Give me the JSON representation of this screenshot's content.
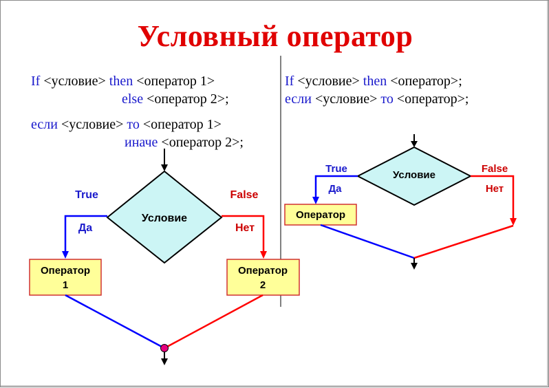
{
  "title": "Условный оператор",
  "syntax_left": {
    "line1": {
      "kw1": "If",
      "a": " <условие> ",
      "kw2": "then",
      "b": " <оператор 1>"
    },
    "line2": {
      "kw": "else",
      "b": " <оператор 2>;"
    },
    "line3": {
      "kw1": "если",
      "a": " <условие> ",
      "kw2": "то",
      "b": " <оператор 1>"
    },
    "line4": {
      "kw": "иначе",
      "b": " <оператор 2>;"
    }
  },
  "syntax_right": {
    "line1": {
      "kw1": "If",
      "a": " <условие> ",
      "kw2": "then",
      "b": " <оператор>;"
    },
    "line2": {
      "kw1": "если",
      "a": " <условие> ",
      "kw2": "то",
      "b": " <оператор>;"
    }
  },
  "diagram_full": {
    "condition": "Условие",
    "true_label": "True",
    "yes_label": "Да",
    "false_label": "False",
    "no_label": "Нет",
    "op1_line1": "Оператор",
    "op1_line2": "1",
    "op2_line1": "Оператор",
    "op2_line2": "2"
  },
  "diagram_short": {
    "condition": "Условие",
    "true_label": "True",
    "yes_label": "Да",
    "false_label": "False",
    "no_label": "Нет",
    "op": "Оператор"
  },
  "colors": {
    "title": "#e00000",
    "keyword": "#1a1acc",
    "true_branch": "#0000ff",
    "false_branch": "#ff0000",
    "decision_fill": "#ccf5f5",
    "operator_fill": "#ffff99",
    "merge_point": "#e6007e"
  }
}
